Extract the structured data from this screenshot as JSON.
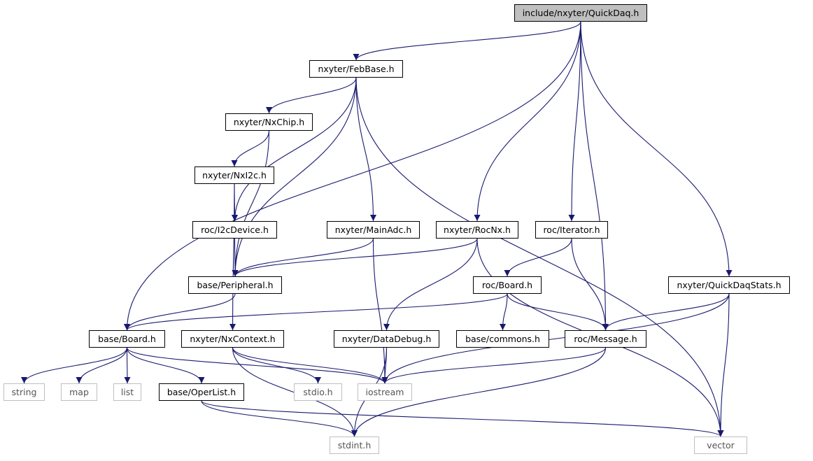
{
  "nodes": {
    "quickdaq": "include/nxyter/QuickDaq.h",
    "febbase": "nxyter/FebBase.h",
    "nxchip": "nxyter/NxChip.h",
    "nxi2c": "nxyter/NxI2c.h",
    "i2cdevice": "roc/I2cDevice.h",
    "mainadc": "nxyter/MainAdc.h",
    "rocnx": "nxyter/RocNx.h",
    "iterator": "roc/Iterator.h",
    "quickdaqstats": "nxyter/QuickDaqStats.h",
    "peripheral": "base/Peripheral.h",
    "rocboard": "roc/Board.h",
    "baseboard": "base/Board.h",
    "nxcontext": "nxyter/NxContext.h",
    "datadebug": "nxyter/DataDebug.h",
    "commons": "base/commons.h",
    "message": "roc/Message.h",
    "string": "string",
    "map": "map",
    "list": "list",
    "operlist": "base/OperList.h",
    "stdio": "stdio.h",
    "iostream": "iostream",
    "stdint": "stdint.h",
    "vector": "vector"
  },
  "colors": {
    "edge": "#191970",
    "root_fill": "#bfbfbf",
    "external_border": "#bfbfbf"
  },
  "edges": [
    [
      "quickdaq",
      "febbase"
    ],
    [
      "quickdaq",
      "baseboard"
    ],
    [
      "quickdaq",
      "rocnx"
    ],
    [
      "quickdaq",
      "iterator"
    ],
    [
      "quickdaq",
      "message"
    ],
    [
      "quickdaq",
      "quickdaqstats"
    ],
    [
      "febbase",
      "nxchip"
    ],
    [
      "febbase",
      "i2cdevice"
    ],
    [
      "febbase",
      "mainadc"
    ],
    [
      "febbase",
      "peripheral"
    ],
    [
      "febbase",
      "vector"
    ],
    [
      "nxchip",
      "nxi2c"
    ],
    [
      "nxchip",
      "peripheral"
    ],
    [
      "nxi2c",
      "i2cdevice"
    ],
    [
      "nxi2c",
      "nxcontext"
    ],
    [
      "i2cdevice",
      "peripheral"
    ],
    [
      "mainadc",
      "peripheral"
    ],
    [
      "mainadc",
      "iostream"
    ],
    [
      "rocnx",
      "peripheral"
    ],
    [
      "rocnx",
      "datadebug"
    ],
    [
      "rocnx",
      "vector"
    ],
    [
      "iterator",
      "rocboard"
    ],
    [
      "iterator",
      "message"
    ],
    [
      "quickdaqstats",
      "message"
    ],
    [
      "quickdaqstats",
      "iostream"
    ],
    [
      "quickdaqstats",
      "vector"
    ],
    [
      "peripheral",
      "baseboard"
    ],
    [
      "rocboard",
      "baseboard"
    ],
    [
      "rocboard",
      "commons"
    ],
    [
      "rocboard",
      "message"
    ],
    [
      "baseboard",
      "string"
    ],
    [
      "baseboard",
      "map"
    ],
    [
      "baseboard",
      "list"
    ],
    [
      "baseboard",
      "operlist"
    ],
    [
      "baseboard",
      "iostream"
    ],
    [
      "nxcontext",
      "stdio"
    ],
    [
      "nxcontext",
      "iostream"
    ],
    [
      "nxcontext",
      "stdint"
    ],
    [
      "datadebug",
      "iostream"
    ],
    [
      "datadebug",
      "stdint"
    ],
    [
      "message",
      "iostream"
    ],
    [
      "message",
      "stdint"
    ],
    [
      "operlist",
      "stdint"
    ],
    [
      "operlist",
      "vector"
    ]
  ]
}
